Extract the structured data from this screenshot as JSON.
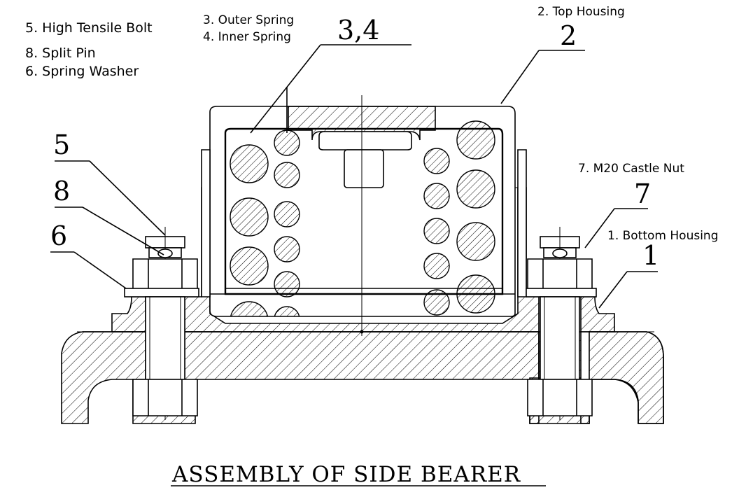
{
  "title": "ASSEMBLY OF SIDE BEARER",
  "legend": {
    "l5": "5. High Tensile Bolt",
    "l8": "8. Split Pin",
    "l6": "6. Spring Washer",
    "l3": "3. Outer Spring",
    "l4": "4. Inner Spring",
    "l2": "2. Top Housing",
    "l7": "7. M20 Castle Nut",
    "l1": "1. Bottom Housing"
  },
  "callouts": {
    "c34": "3,4",
    "c2": "2",
    "c5": "5",
    "c8": "8",
    "c6": "6",
    "c7": "7",
    "c1": "1"
  }
}
